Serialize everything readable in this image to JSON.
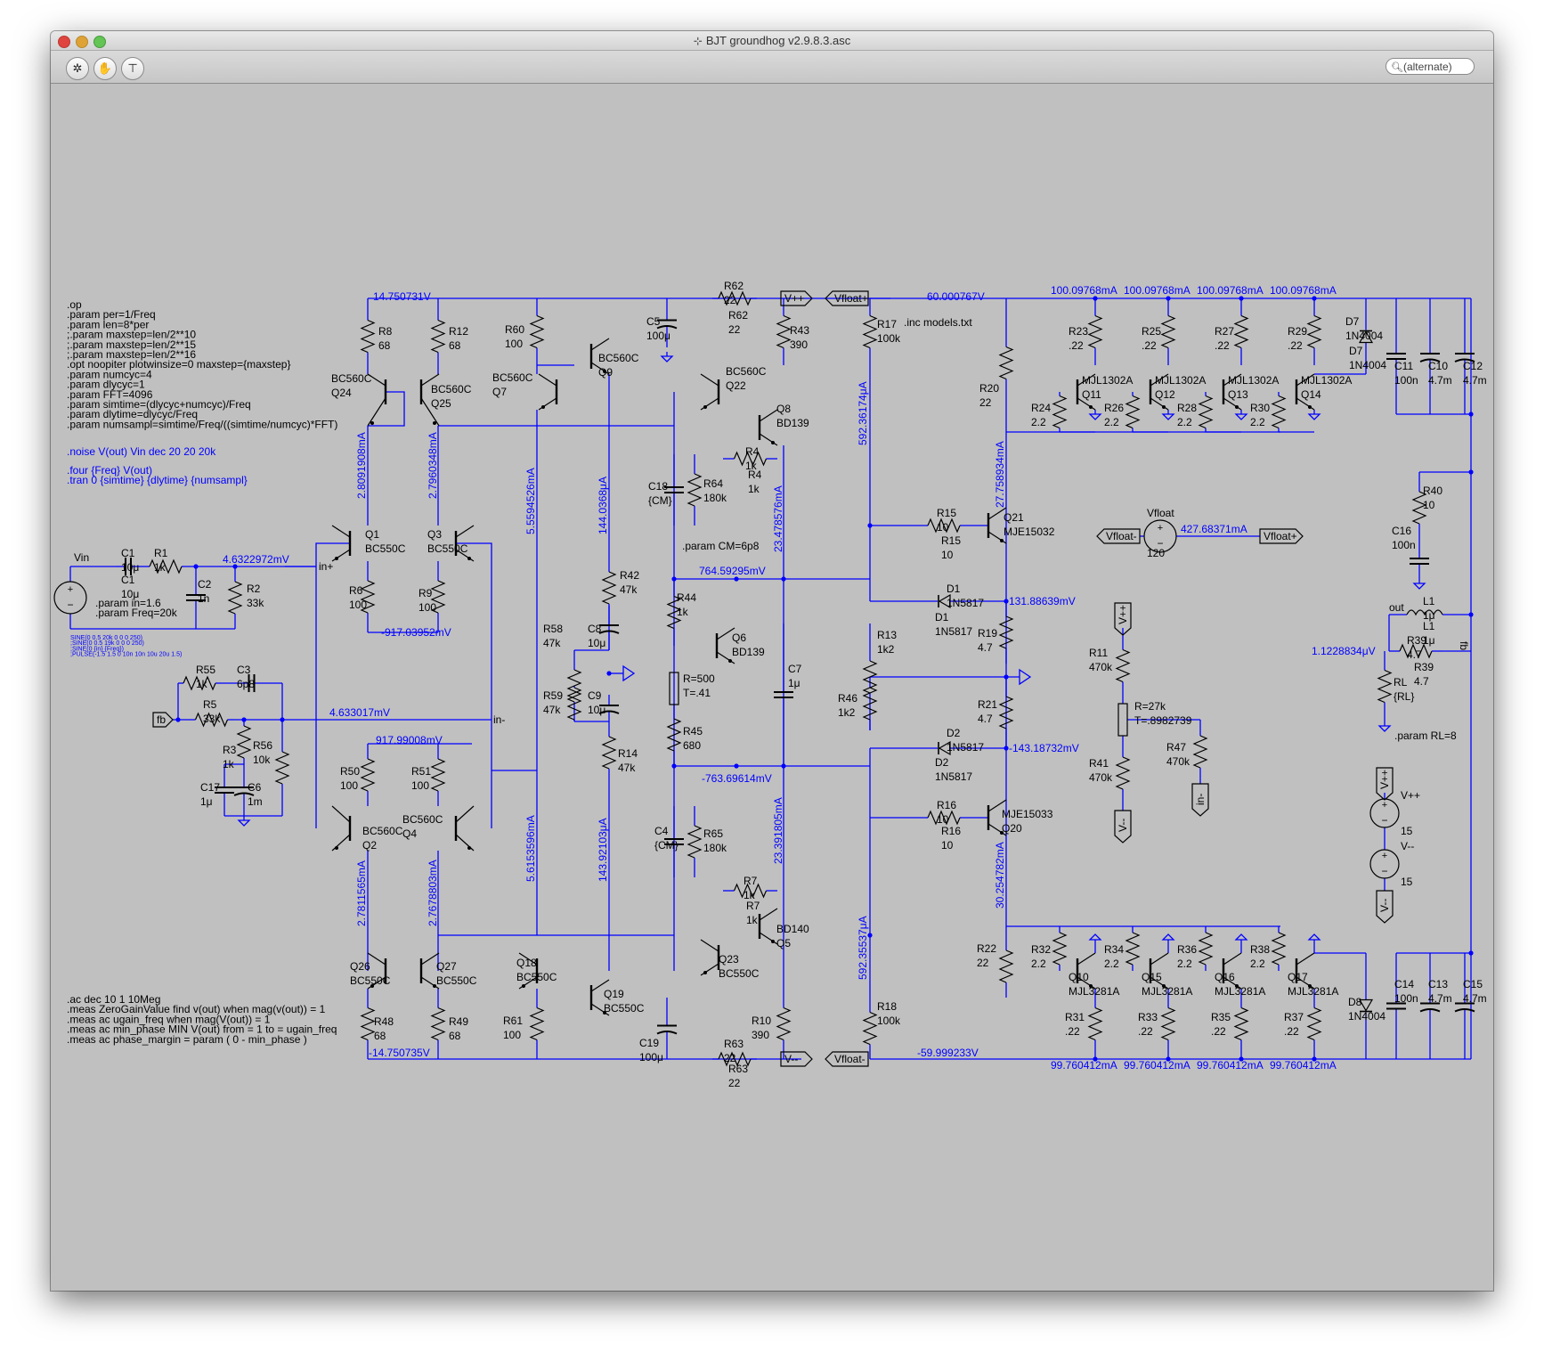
{
  "window": {
    "title": "BJT groundhog v2.9.8.3.asc",
    "title_icon": "schematic-icon"
  },
  "toolbar": {
    "buttons": [
      {
        "name": "pointer-tool-button",
        "icon": "pointer-icon"
      },
      {
        "name": "pan-tool-button",
        "icon": "hand-icon"
      },
      {
        "name": "probe-tool-button",
        "icon": "probe-icon"
      }
    ],
    "search_placeholder": "(alternate)"
  },
  "colors": {
    "wire": "#0000ff",
    "canvas": "#c0c0c0",
    "label": "#000000",
    "annotation": "#0000ff"
  },
  "directives": {
    "main": [
      ".op",
      ".param per=1/Freq",
      ".param len=8*per",
      ";.param maxstep=len/2**10",
      ";.param maxstep=len/2**15",
      ";.param maxstep=len/2**16",
      ".opt noopiter plotwinsize=0 maxstep={maxstep}",
      ".param numcyc=4",
      ".param dlycyc=1",
      ".param FFT=4096",
      ".param simtime=(dlycyc+numcyc)/Freq",
      ".param dlytime=dlycyc/Freq",
      ".param numsampl=simtime/Freq/((simtime/numcyc)*FFT)"
    ],
    "noise": [
      ".noise V(out) Vin dec 20 20 20k"
    ],
    "four": [
      ".four {Freq} V(out)",
      ".tran 0 {simtime} {dlytime} {numsampl}"
    ],
    "ac": [
      ".ac dec 10 1 10Meg",
      ".meas ZeroGainValue find v(out) when mag(v(out)) = 1",
      ".meas ac ugain_freq when mag(V(out)) = 1",
      ".meas ac min_phase MIN V(out) from = 1 to = ugain_freq",
      ".meas ac phase_margin = param ( 0 - min_phase )"
    ],
    "vin_params": [
      ".param in=1.6",
      ".param Freq=20k"
    ],
    "vin_sources": [
      "SINE(0 0.5 20k 0 0 0 250)",
      ";SINE(0 0.5 19k 0 0 0 250)",
      ";SINE(0 {in} {Freq})",
      ";PULSE(-1.5 1.5 0 10n 10n 10u 20u 1.5)"
    ],
    "cm": ".param CM=6p8",
    "rl": ".param RL=8",
    "inc": ".inc models.txt"
  },
  "net_labels": {
    "vpp": "V++",
    "vmm": "V--",
    "vfloat_p": "Vfloat+",
    "vfloat_m": "Vfloat-",
    "vfloat": "Vfloat",
    "in_p": "in+",
    "in_m": "in-",
    "fb": "fb",
    "out": "out"
  },
  "voltages": {
    "v14_75": "14.750731V",
    "v_14_75": "-14.750735V",
    "v60": "60.000767V",
    "v_59_99": "-59.999233V",
    "v4_632": "4.6322972mV",
    "v4_633": "4.633017mV",
    "v_917": "-917.03952mV",
    "v917": "917.99008mV",
    "v764": "764.59295mV",
    "v_763": "-763.69614mV",
    "v131": "131.88639mV",
    "v_143": "-143.18732mV",
    "v1_12": "1.1228834μV"
  },
  "currents": {
    "i_q24": "2.8091908mA",
    "i_q25": "2.7960348mA",
    "i_q7": "5.5594526mA",
    "i_q9": "144.0368μA",
    "i_q8": "23.478576mA",
    "i_r17": "592.36174μA",
    "i_q21": "27.758934mA",
    "i_q2": "2.7811565mA",
    "i_q4": "2.7678803mA",
    "i_q18": "5.6153596mA",
    "i_q19": "143.92103μA",
    "i_q5": "23.391805mA",
    "i_r18": "592.35537μA",
    "i_q20": "30.254782mA",
    "i_vfloat": "427.68371mA",
    "i_top": [
      "100.09768mA",
      "100.09768mA",
      "100.09768mA",
      "100.09768mA"
    ],
    "i_bot": [
      "99.760412mA",
      "99.760412mA",
      "99.760412mA",
      "99.760412mA"
    ]
  },
  "parts": {
    "q1": [
      "Q1",
      "BC550C"
    ],
    "q3": [
      "Q3",
      "BC550C"
    ],
    "q24": [
      "BC560C",
      "Q24"
    ],
    "q25": [
      "BC560C",
      "Q25"
    ],
    "q7": [
      "BC560C",
      "Q7"
    ],
    "q9": [
      "BC560C",
      "Q9"
    ],
    "q22": [
      "BC560C",
      "Q22"
    ],
    "q8": [
      "Q8",
      "BD139"
    ],
    "q6": [
      "Q6",
      "BD139"
    ],
    "q2": [
      "BC560C",
      "Q2"
    ],
    "q4": [
      "BC560C",
      "Q4"
    ],
    "q26": [
      "Q26",
      "BC550C"
    ],
    "q27": [
      "Q27",
      "BC550C"
    ],
    "q18": [
      "Q18",
      "BC550C"
    ],
    "q19": [
      "Q19",
      "BC550C"
    ],
    "q23": [
      "Q23",
      "BC550C"
    ],
    "q5": [
      "BD140",
      "Q5"
    ],
    "q21": [
      "Q21",
      "MJE15032"
    ],
    "q20": [
      "MJE15033",
      "Q20"
    ],
    "q11": [
      "MJL1302A",
      "Q11"
    ],
    "q12": [
      "MJL1302A",
      "Q12"
    ],
    "q13": [
      "MJL1302A",
      "Q13"
    ],
    "q14": [
      "MJL1302A",
      "Q14"
    ],
    "q10": [
      "Q10",
      "MJL3281A"
    ],
    "q15": [
      "Q15",
      "MJL3281A"
    ],
    "q16": [
      "Q16",
      "MJL3281A"
    ],
    "q17": [
      "Q17",
      "MJL3281A"
    ],
    "r8": [
      "R8",
      "68"
    ],
    "r12": [
      "R12",
      "68"
    ],
    "r60": [
      "R60",
      "100"
    ],
    "r62": [
      "R62",
      "22"
    ],
    "r43": [
      "R43",
      "390"
    ],
    "r6": [
      "R6",
      "100"
    ],
    "r9": [
      "R9",
      "100"
    ],
    "r42": [
      "R42",
      "47k"
    ],
    "r4": [
      "R4",
      "1k"
    ],
    "r64": [
      "R64",
      "180k"
    ],
    "r44": [
      "R44",
      "1k"
    ],
    "r45": [
      "R45",
      "680"
    ],
    "r58": [
      "R58",
      "47k"
    ],
    "r59": [
      "R59",
      "47k"
    ],
    "r14": [
      "R14",
      "47k"
    ],
    "r50": [
      "R50",
      "100"
    ],
    "r51": [
      "R51",
      "100"
    ],
    "r48": [
      "R48",
      "68"
    ],
    "r49": [
      "R49",
      "68"
    ],
    "r61": [
      "R61",
      "100"
    ],
    "r63": [
      "R63",
      "22"
    ],
    "r10": [
      "R10",
      "390"
    ],
    "r7": [
      "R7",
      "1k"
    ],
    "r65": [
      "R65",
      "180k"
    ],
    "r1": [
      "R1",
      "1k"
    ],
    "r2": [
      "R2",
      "33k"
    ],
    "r55": [
      "R55",
      "1k"
    ],
    "r5": [
      "R5",
      "33k"
    ],
    "r3": [
      "R3",
      "1k"
    ],
    "r56": [
      "R56",
      "10k"
    ],
    "r17": [
      "R17",
      "100k"
    ],
    "r18": [
      "R18",
      "100k"
    ],
    "r20": [
      "R20",
      "22"
    ],
    "r22": [
      "R22",
      "22"
    ],
    "r15": [
      "R15",
      "10"
    ],
    "r16": [
      "R16",
      "10"
    ],
    "r19": [
      "R19",
      "4.7"
    ],
    "r21": [
      "R21",
      "4.7"
    ],
    "r13": [
      "R13",
      "1k2"
    ],
    "r46": [
      "R46",
      "1k2"
    ],
    "r11": [
      "R11",
      "470k"
    ],
    "r41": [
      "R41",
      "470k"
    ],
    "r47": [
      "R47",
      "470k"
    ],
    "r40": [
      "R40",
      "10"
    ],
    "r39": [
      "R39",
      "4.7"
    ],
    "rl": [
      "RL",
      "{RL}"
    ],
    "r23": [
      "R23",
      ".22"
    ],
    "r25": [
      "R25",
      ".22"
    ],
    "r27": [
      "R27",
      ".22"
    ],
    "r29": [
      "R29",
      ".22"
    ],
    "r24": [
      "R24",
      "2.2"
    ],
    "r26": [
      "R26",
      "2.2"
    ],
    "r28": [
      "R28",
      "2.2"
    ],
    "r30": [
      "R30",
      "2.2"
    ],
    "r31": [
      "R31",
      ".22"
    ],
    "r33": [
      "R33",
      ".22"
    ],
    "r35": [
      "R35",
      ".22"
    ],
    "r37": [
      "R37",
      ".22"
    ],
    "r32": [
      "R32",
      "2.2"
    ],
    "r34": [
      "R34",
      "2.2"
    ],
    "r36": [
      "R36",
      "2.2"
    ],
    "r38": [
      "R38",
      "2.2"
    ],
    "c1": [
      "C1",
      "10μ"
    ],
    "c2": [
      "C2",
      "1n"
    ],
    "c3": [
      "C3",
      "6p8"
    ],
    "c17": [
      "C17",
      "1μ"
    ],
    "c6": [
      "C6",
      "1m"
    ],
    "c5": [
      "C5",
      "100μ"
    ],
    "c18": [
      "C18",
      "{CM}"
    ],
    "c8": [
      "C8",
      "10μ"
    ],
    "c9": [
      "C9",
      "10μ"
    ],
    "c7": [
      "C7",
      "1μ"
    ],
    "c4": [
      "C4",
      "{CM}"
    ],
    "c19": [
      "C19",
      "100μ"
    ],
    "c11": [
      "C11",
      "100n"
    ],
    "c10": [
      "C10",
      "4.7m"
    ],
    "c12": [
      "C12",
      "4.7m"
    ],
    "c16": [
      "C16",
      "100n"
    ],
    "c14": [
      "C14",
      "100n"
    ],
    "c13": [
      "C13",
      "4.7m"
    ],
    "c15": [
      "C15",
      "4.7m"
    ],
    "d1": [
      "D1",
      "1N5817"
    ],
    "d2": [
      "D2",
      "1N5817"
    ],
    "d7": [
      "D7",
      "1N4004"
    ],
    "d8": [
      "D8",
      "1N4004"
    ],
    "l1": [
      "L1",
      "1μ"
    ],
    "vin": [
      "Vin"
    ],
    "vfloat_src": [
      "Vfloat",
      "120"
    ],
    "vpp_src": [
      "V++",
      "15"
    ],
    "vmm_src": [
      "V--",
      "15"
    ],
    "pot_r": [
      "R=500",
      "T=.41"
    ],
    "pot2": [
      "R=27k",
      "T=.8982739"
    ]
  }
}
